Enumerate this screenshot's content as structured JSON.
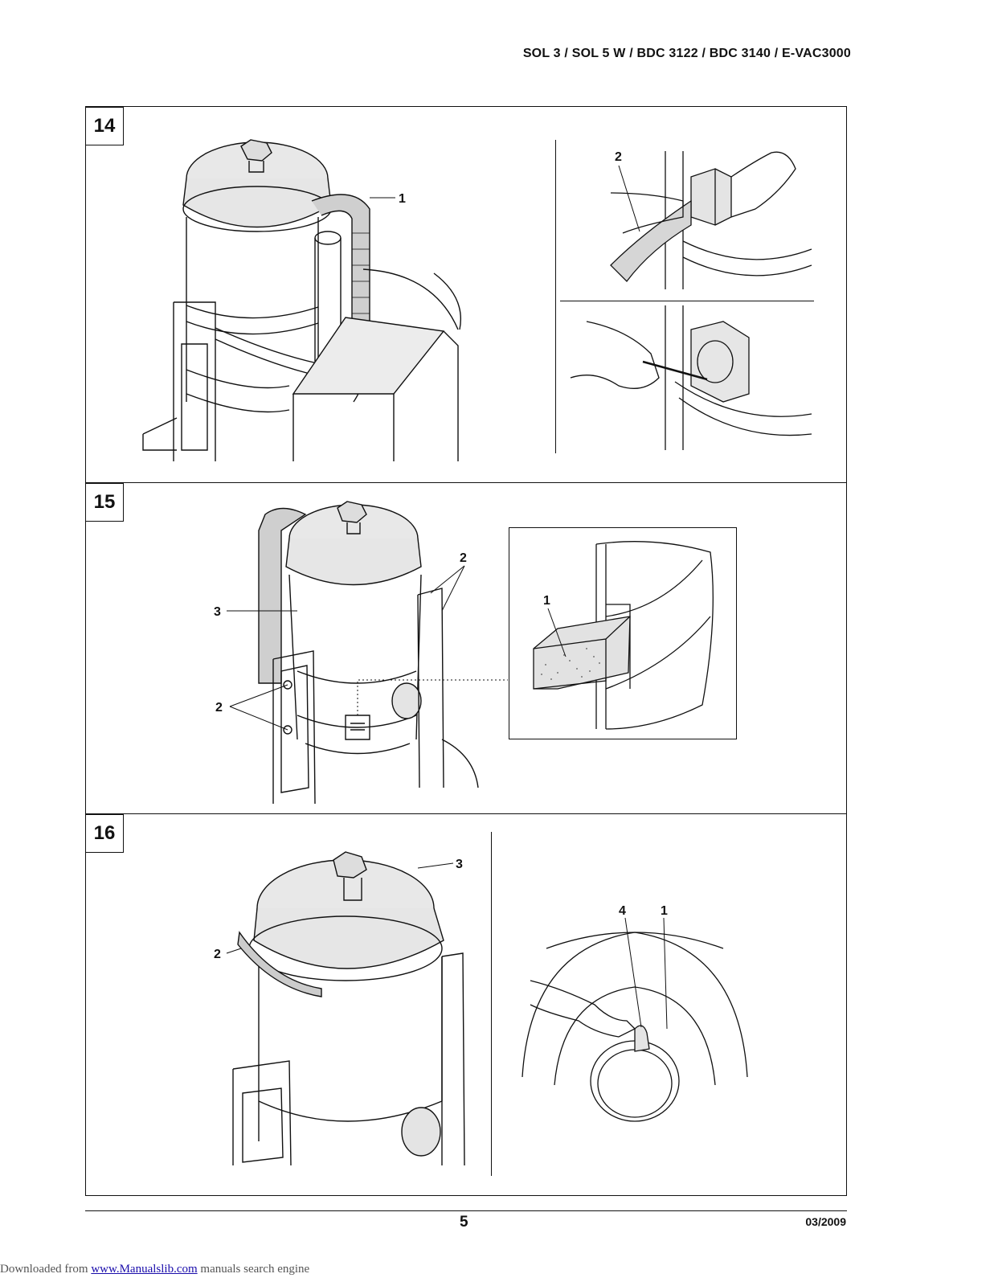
{
  "header": {
    "title": "SOL 3 / SOL 5 W / BDC 3122 / BDC 3140 / E-VAC3000"
  },
  "figures": [
    {
      "number": "14",
      "callouts": [
        "1",
        "2"
      ]
    },
    {
      "number": "15",
      "callouts": [
        "1",
        "2",
        "2",
        "3"
      ]
    },
    {
      "number": "16",
      "callouts": [
        "1",
        "2",
        "3",
        "4"
      ]
    }
  ],
  "footer": {
    "page_number": "5",
    "date": "03/2009",
    "download_prefix": "Downloaded from ",
    "download_link": "www.Manualslib.com",
    "download_suffix": " manuals search engine"
  }
}
